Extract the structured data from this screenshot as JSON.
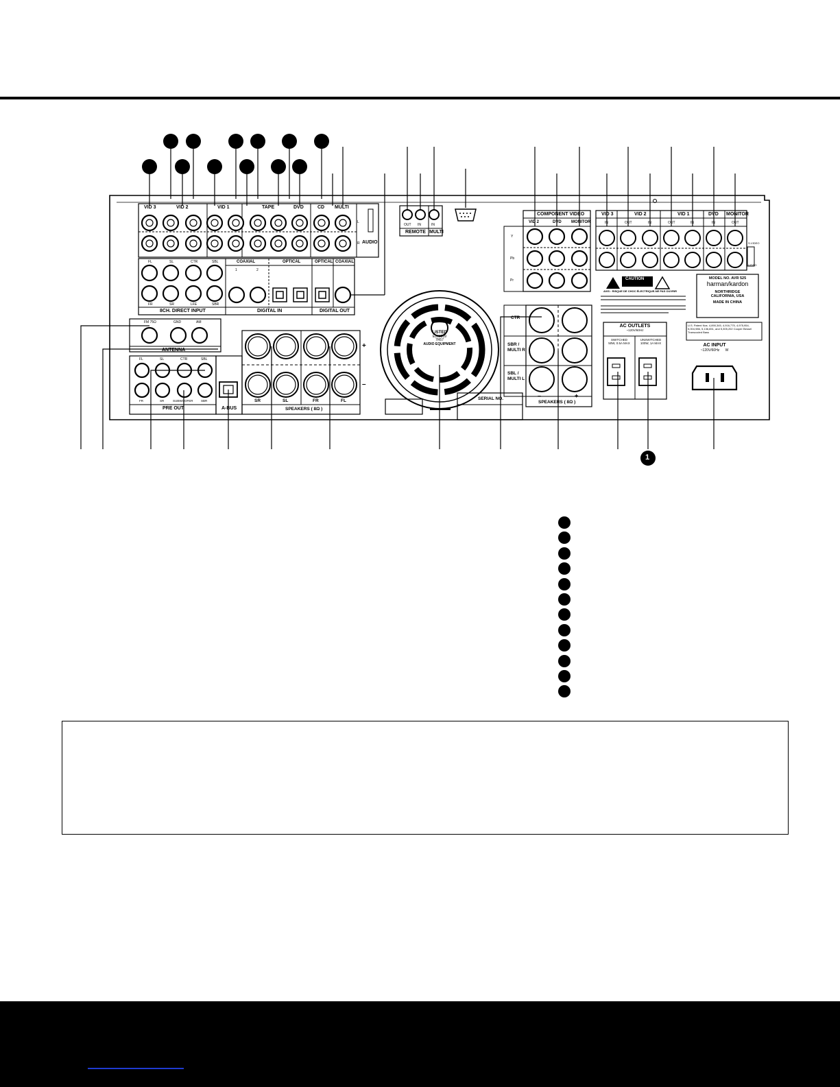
{
  "panel": {
    "audio_groups": [
      "VID 3",
      "VID 2",
      "VID 1",
      "TAPE",
      "DVD",
      "CD",
      "MULTI"
    ],
    "audio_label": "AUDIO",
    "lr": [
      "L",
      "R"
    ],
    "io": [
      "IN",
      "OUT"
    ],
    "direct_input": {
      "top": [
        "FL",
        "SL",
        "CTR",
        "SBL"
      ],
      "bottom": [
        "FR",
        "SR",
        "LFE",
        "SBR"
      ],
      "title": "8CH. DIRECT INPUT"
    },
    "digital_in": {
      "coaxial": "COAXIAL",
      "optical": "OPTICAL",
      "nums": [
        "1",
        "2"
      ],
      "title": "DIGITAL IN"
    },
    "digital_out": {
      "optical": "OPTICAL",
      "coaxial": "COAXIAL",
      "title": "DIGITAL OUT"
    },
    "remote": {
      "labels": [
        "OUT",
        "IN",
        "IN"
      ],
      "title": "REMOTE",
      "multi": "MULTI"
    },
    "component_video": {
      "title": "COMPONENT VIDEO",
      "cols": [
        "VID 2",
        "DVD",
        "MONITOR"
      ],
      "rows": [
        "Y",
        "Pb",
        "Pr"
      ]
    },
    "video_groups": [
      "VID 3",
      "VID 2",
      "VID 1",
      "DVD",
      "MONITOR"
    ],
    "video_io": [
      "IN",
      "OUT",
      "IN",
      "OUT",
      "IN",
      "IN",
      "OUT"
    ],
    "svideo": "S-VIDEO",
    "video": "VIDEO",
    "caution": {
      "title": "CAUTION",
      "avis": "AVIS : RISQUE DE CHOC ÉLECTRIQUE-NE PAS OUVRIR"
    },
    "model": {
      "no": "MODEL NO. AVR 525",
      "brand": "harman/kardon",
      "city": "NORTHRIDGE",
      "state": "CALIFORNIA, USA",
      "made": "MADE IN CHINA"
    },
    "patent": "U.S. Patent Nos. 4,890,345, 4,916,775, 4,975,954, 5,004,986, 5,136,651, and 5,305,202 Cooper Bessel Transcoded Bass",
    "ul": {
      "listed": "LISTED",
      "num": "E208809",
      "sub": "7H57",
      "text": "AUDIO EQUIPMENT"
    },
    "antenna": {
      "labels": [
        "FM 75Ω",
        "GND",
        "AM"
      ],
      "title": "ANTENNA"
    },
    "pre_out": {
      "top": [
        "FL",
        "SL",
        "CTR",
        "SBL"
      ],
      "bottom": [
        "FR",
        "SR",
        "SUBWOOFER",
        "SBR"
      ],
      "title": "PRE OUT"
    },
    "abus": "A-BUS",
    "speakers_main": {
      "labels": [
        "SR",
        "SL",
        "FR",
        "FL"
      ],
      "title": "SPEAKERS ( 8Ω )",
      "plus": "+",
      "minus": "–"
    },
    "speakers_right": {
      "labels": [
        "CTR",
        "SBR / MULTI R",
        "SBL / MULTI L"
      ],
      "title": "SPEAKERS ( 8Ω )",
      "plus": "+",
      "minus": "–"
    },
    "serial": "SERIAL NO.",
    "ac_outlets": {
      "title": "AC OUTLETS",
      "freq": "~120V/60Hz",
      "switched": "SWITCHED",
      "switched_spec": "50W, 0.5A MAX",
      "unswitched": "UNSWITCHED",
      "unswitched_spec": "100W, 1A MAX"
    },
    "ac_input": {
      "title": "AC INPUT",
      "spec": "~120V/60Hz      W"
    },
    "callout_one": "1"
  }
}
